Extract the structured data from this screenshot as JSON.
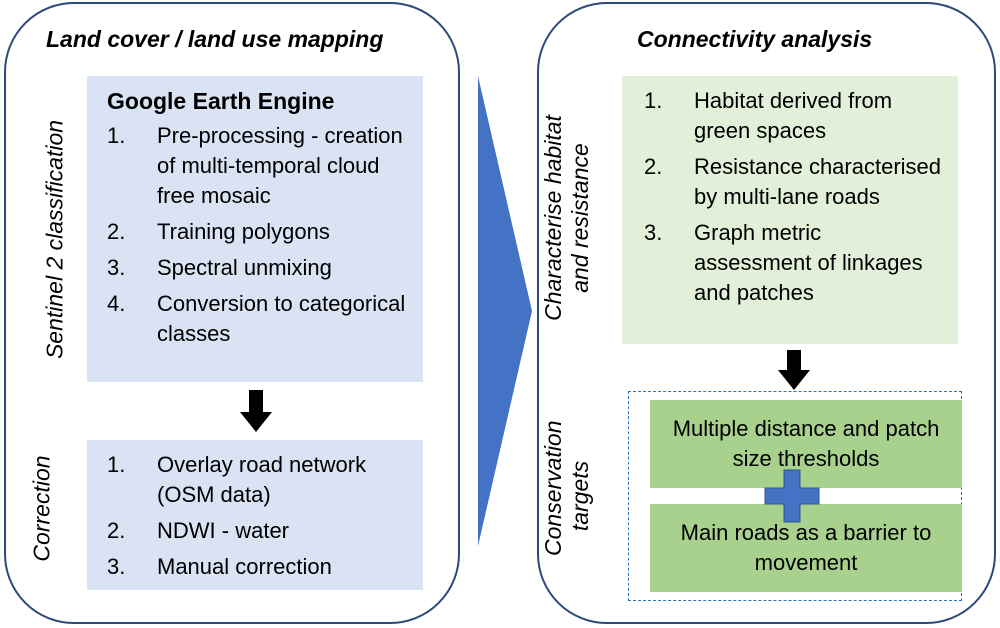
{
  "left_panel": {
    "title": "Land cover / land use mapping",
    "vertical_label_top": "Sentinel 2 classification",
    "vertical_label_bottom": "Correction",
    "gee_box": {
      "heading": "Google Earth Engine",
      "steps": [
        {
          "num": "1.",
          "text": "Pre-processing - creation of multi-temporal cloud free mosaic"
        },
        {
          "num": "2.",
          "text": "Training polygons"
        },
        {
          "num": "3.",
          "text": "Spectral unmixing"
        },
        {
          "num": "4.",
          "text": "Conversion to categorical classes"
        }
      ]
    },
    "correction_box": {
      "steps": [
        {
          "num": "1.",
          "text": "Overlay road network (OSM data)"
        },
        {
          "num": "2.",
          "text": "NDWI - water"
        },
        {
          "num": "3.",
          "text": "Manual correction"
        }
      ]
    }
  },
  "right_panel": {
    "title": "Connectivity analysis",
    "vertical_label_top": "Characterise habitat and resistance",
    "vertical_label_bottom": "Conservation targets",
    "habitat_box": {
      "steps": [
        {
          "num": "1.",
          "text": "Habitat derived from green spaces"
        },
        {
          "num": "2.",
          "text": "Resistance characterised by multi-lane roads"
        },
        {
          "num": "3.",
          "text": "Graph metric assessment of linkages and patches"
        }
      ]
    },
    "target_box_1": "Multiple distance and patch size thresholds",
    "target_box_2": "Main roads as a barrier to movement"
  },
  "colors": {
    "panel_border": "#2e4a7a",
    "blue_box": "#dae3f3",
    "light_green_box": "#e2f0d9",
    "green_box": "#a9d18e",
    "big_arrow": "#4472c4",
    "plus": "#4472c4",
    "small_arrow": "#000000"
  },
  "icons": {
    "big_arrow": "triangle-right-icon",
    "down_arrow": "arrow-down-icon",
    "plus": "plus-icon"
  }
}
